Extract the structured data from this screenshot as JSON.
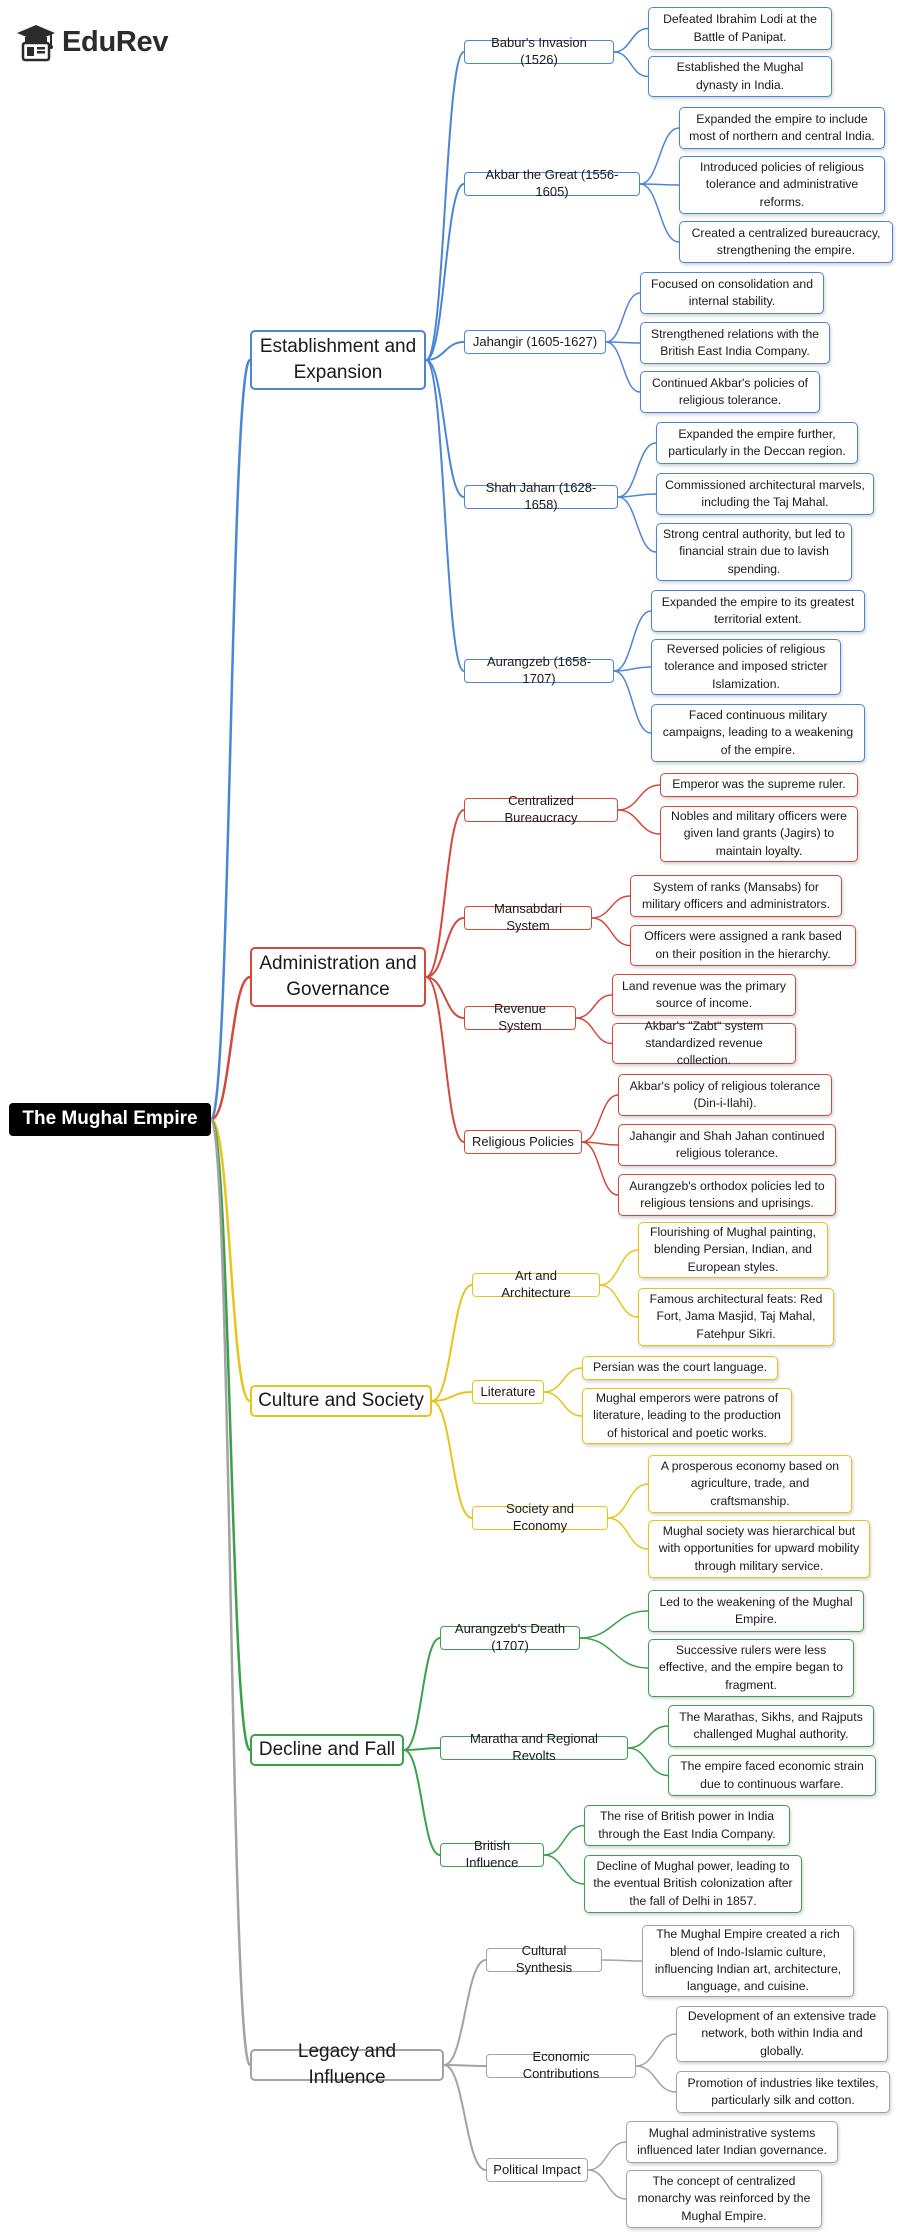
{
  "brand": {
    "name": "EduRev",
    "logo_icon": "graduation-cap-icon"
  },
  "root": {
    "label": "The Mughal Empire"
  },
  "colors": {
    "blue": "#4a86d8",
    "red": "#d24a3b",
    "yellow": "#e8c41a",
    "green": "#3aa04a",
    "gray": "#a3a3a3"
  },
  "branches": [
    {
      "label": "Establishment and Expansion",
      "color": "blue",
      "children": [
        {
          "label": "Babur's Invasion (1526)",
          "children": [
            "Defeated Ibrahim Lodi at the Battle of Panipat.",
            "Established the Mughal dynasty in India."
          ]
        },
        {
          "label": "Akbar the Great (1556-1605)",
          "children": [
            "Expanded the empire to include most of northern and central India.",
            "Introduced policies of religious tolerance and administrative reforms.",
            "Created a centralized bureaucracy, strengthening the empire."
          ]
        },
        {
          "label": "Jahangir (1605-1627)",
          "children": [
            "Focused on consolidation and internal stability.",
            "Strengthened relations with the British East India Company.",
            "Continued Akbar's policies of religious tolerance."
          ]
        },
        {
          "label": "Shah Jahan (1628-1658)",
          "children": [
            "Expanded the empire further, particularly in the Deccan region.",
            "Commissioned architectural marvels, including the Taj Mahal.",
            "Strong central authority, but led to financial strain due to lavish spending."
          ]
        },
        {
          "label": "Aurangzeb (1658-1707)",
          "children": [
            "Expanded the empire to its greatest territorial extent.",
            "Reversed policies of religious tolerance and imposed stricter Islamization.",
            "Faced continuous military campaigns, leading to a weakening of the empire."
          ]
        }
      ]
    },
    {
      "label": "Administration and Governance",
      "color": "red",
      "children": [
        {
          "label": "Centralized Bureaucracy",
          "children": [
            "Emperor was the supreme ruler.",
            "Nobles and military officers were given land grants (Jagirs) to maintain loyalty."
          ]
        },
        {
          "label": "Mansabdari System",
          "children": [
            "System of ranks (Mansabs) for military officers and administrators.",
            "Officers were assigned a rank based on their position in the hierarchy."
          ]
        },
        {
          "label": "Revenue System",
          "children": [
            "Land revenue was the primary source of income.",
            "Akbar's \"Zabt\" system standardized revenue collection."
          ]
        },
        {
          "label": "Religious Policies",
          "children": [
            "Akbar's policy of religious tolerance (Din-i-Ilahi).",
            "Jahangir and Shah Jahan continued religious tolerance.",
            "Aurangzeb's orthodox policies led to religious tensions and uprisings."
          ]
        }
      ]
    },
    {
      "label": "Culture and Society",
      "color": "yellow",
      "children": [
        {
          "label": "Art and Architecture",
          "children": [
            "Flourishing of Mughal painting, blending Persian, Indian, and European styles.",
            "Famous architectural feats: Red Fort, Jama Masjid, Taj Mahal, Fatehpur Sikri."
          ]
        },
        {
          "label": "Literature",
          "children": [
            "Persian was the court language.",
            "Mughal emperors were patrons of literature, leading to the production of historical and poetic works."
          ]
        },
        {
          "label": "Society and Economy",
          "children": [
            "A prosperous economy based on agriculture, trade, and craftsmanship.",
            "Mughal society was hierarchical but with opportunities for upward mobility through military service."
          ]
        }
      ]
    },
    {
      "label": "Decline and Fall",
      "color": "green",
      "children": [
        {
          "label": "Aurangzeb's Death (1707)",
          "children": [
            "Led to the weakening of the Mughal Empire.",
            "Successive rulers were less effective, and the empire began to fragment."
          ]
        },
        {
          "label": "Maratha and Regional Revolts",
          "children": [
            "The Marathas, Sikhs, and Rajputs challenged Mughal authority.",
            "The empire faced economic strain due to continuous warfare."
          ]
        },
        {
          "label": "British Influence",
          "children": [
            "The rise of British power in India through the East India Company.",
            "Decline of Mughal power, leading to the eventual British colonization after the fall of Delhi in 1857."
          ]
        }
      ]
    },
    {
      "label": "Legacy and Influence",
      "color": "gray",
      "children": [
        {
          "label": "Cultural Synthesis",
          "children": [
            "The Mughal Empire created a rich blend of Indo-Islamic culture, influencing Indian art, architecture, language, and cuisine."
          ]
        },
        {
          "label": "Economic Contributions",
          "children": [
            "Development of an extensive trade network, both within India and globally.",
            "Promotion of industries like textiles, particularly silk and cotton."
          ]
        },
        {
          "label": "Political Impact",
          "children": [
            "Mughal administrative systems influenced later Indian governance.",
            "The concept of centralized monarchy was reinforced by the Mughal Empire."
          ]
        }
      ]
    }
  ]
}
